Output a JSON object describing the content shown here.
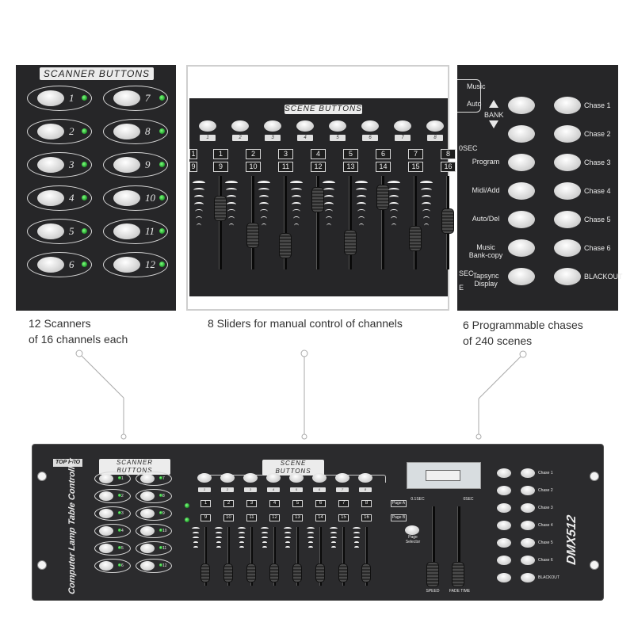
{
  "panels": {
    "scanners": {
      "title": "SCANNER BUTTONS",
      "left_column": [
        "1",
        "2",
        "3",
        "4",
        "5",
        "6"
      ],
      "right_column": [
        "7",
        "8",
        "9",
        "10",
        "11",
        "12"
      ]
    },
    "sliders": {
      "title": "SCENE BUTTONS",
      "scene_tags": [
        "1",
        "2",
        "3",
        "4",
        "5",
        "6",
        "7",
        "8"
      ],
      "channels_top": [
        "1",
        "2",
        "3",
        "4",
        "5",
        "6",
        "7",
        "8"
      ],
      "channels_bottom": [
        "9",
        "10",
        "11",
        "12",
        "13",
        "14",
        "15",
        "16"
      ],
      "slider_levels": [
        0.72,
        0.35,
        0.2,
        0.85,
        0.25,
        0.88,
        0.3,
        0.55
      ]
    },
    "chases": {
      "music": "Music",
      "auto": "Auto",
      "bank": "BANK",
      "sec": "0SEC",
      "sec2": "SEC",
      "e_label": "E",
      "left_labels": [
        "Program",
        "Midi/Add",
        "Auto/Del",
        "Music\nBank-copy",
        "Tapsync\nDisplay"
      ],
      "chase_labels": [
        "Chase 1",
        "Chase 2",
        "Chase 3",
        "Chase 4",
        "Chase 5",
        "Chase 6",
        "BLACKOUT"
      ]
    }
  },
  "captions": {
    "scanners": [
      "12 Scanners",
      "of 16 channels each"
    ],
    "sliders": [
      "8 Sliders for manual control of channels"
    ],
    "chases": [
      "6 Programmable chases",
      "of 240 scenes"
    ]
  },
  "device": {
    "brand": "TOP PRO",
    "scanner_title": "SCANNER BUTTONS",
    "scene_title": "SCENE BUTTONS",
    "side_title": "Computer Lamp Table Controller",
    "model": "DMX512",
    "page_a": "Page A",
    "page_b": "Page B",
    "page_selector": "Page\nSelector",
    "speed": "SPEED",
    "fade_time": "FADE TIME",
    "time_low": "0.1SEC",
    "time_high": "0SEC",
    "chase_labels": [
      "Chase 1",
      "Chase 2",
      "Chase 3",
      "Chase 4",
      "Chase 5",
      "Chase 6",
      "BLACKOUT"
    ]
  },
  "colors": {
    "panel": "#262628",
    "led": "#1f9b2a",
    "button": "#e8e8e8"
  }
}
